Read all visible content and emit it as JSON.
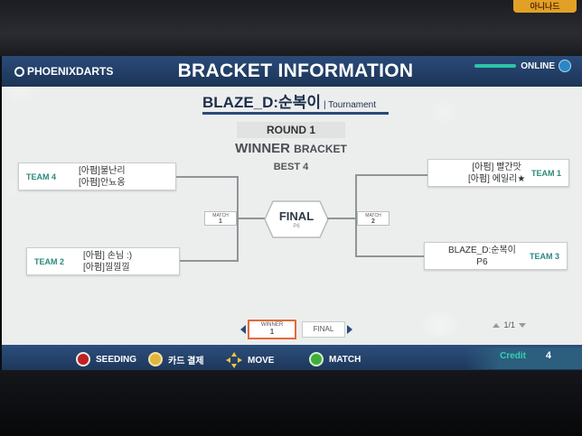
{
  "bezel": {
    "badge": "아니나드"
  },
  "header": {
    "logo": "PHOENIXDARTS",
    "title": "BRACKET INFORMATION",
    "status": "ONLINE"
  },
  "tournament": {
    "name": "BLAZE_D:순복이",
    "type": "| Tournament",
    "round": "ROUND 1",
    "bracket_main": "WINNER",
    "bracket_sub": "BRACKET",
    "best": "BEST 4"
  },
  "teams": {
    "team4": {
      "label": "TEAM 4",
      "p1": "[아펌]불난리",
      "p2": "[아펌]안뇨옹"
    },
    "team2": {
      "label": "TEAM 2",
      "p1": "[아펌] 손님 :)",
      "p2": "[아펌]낄낄낄"
    },
    "team1": {
      "label": "TEAM 1",
      "p1": "[아펌] 빨간맛",
      "p2": "[아펌] 에일리★"
    },
    "team3": {
      "label": "TEAM 3",
      "p1": "BLAZE_D:순복이",
      "p2": "P6"
    }
  },
  "matches": {
    "m1": {
      "label": "MATCH",
      "num": "1"
    },
    "m2": {
      "label": "MATCH",
      "num": "2"
    },
    "final": {
      "label": "FINAL",
      "sub": "P6"
    }
  },
  "nav": {
    "active_label": "WINNER",
    "active_num": "1",
    "final": "FINAL",
    "page": "1/1"
  },
  "footer": {
    "seeding": "SEEDING",
    "card": "카드 결제",
    "move": "MOVE",
    "match": "MATCH",
    "credit_label": "Credit",
    "credit_value": "4"
  }
}
